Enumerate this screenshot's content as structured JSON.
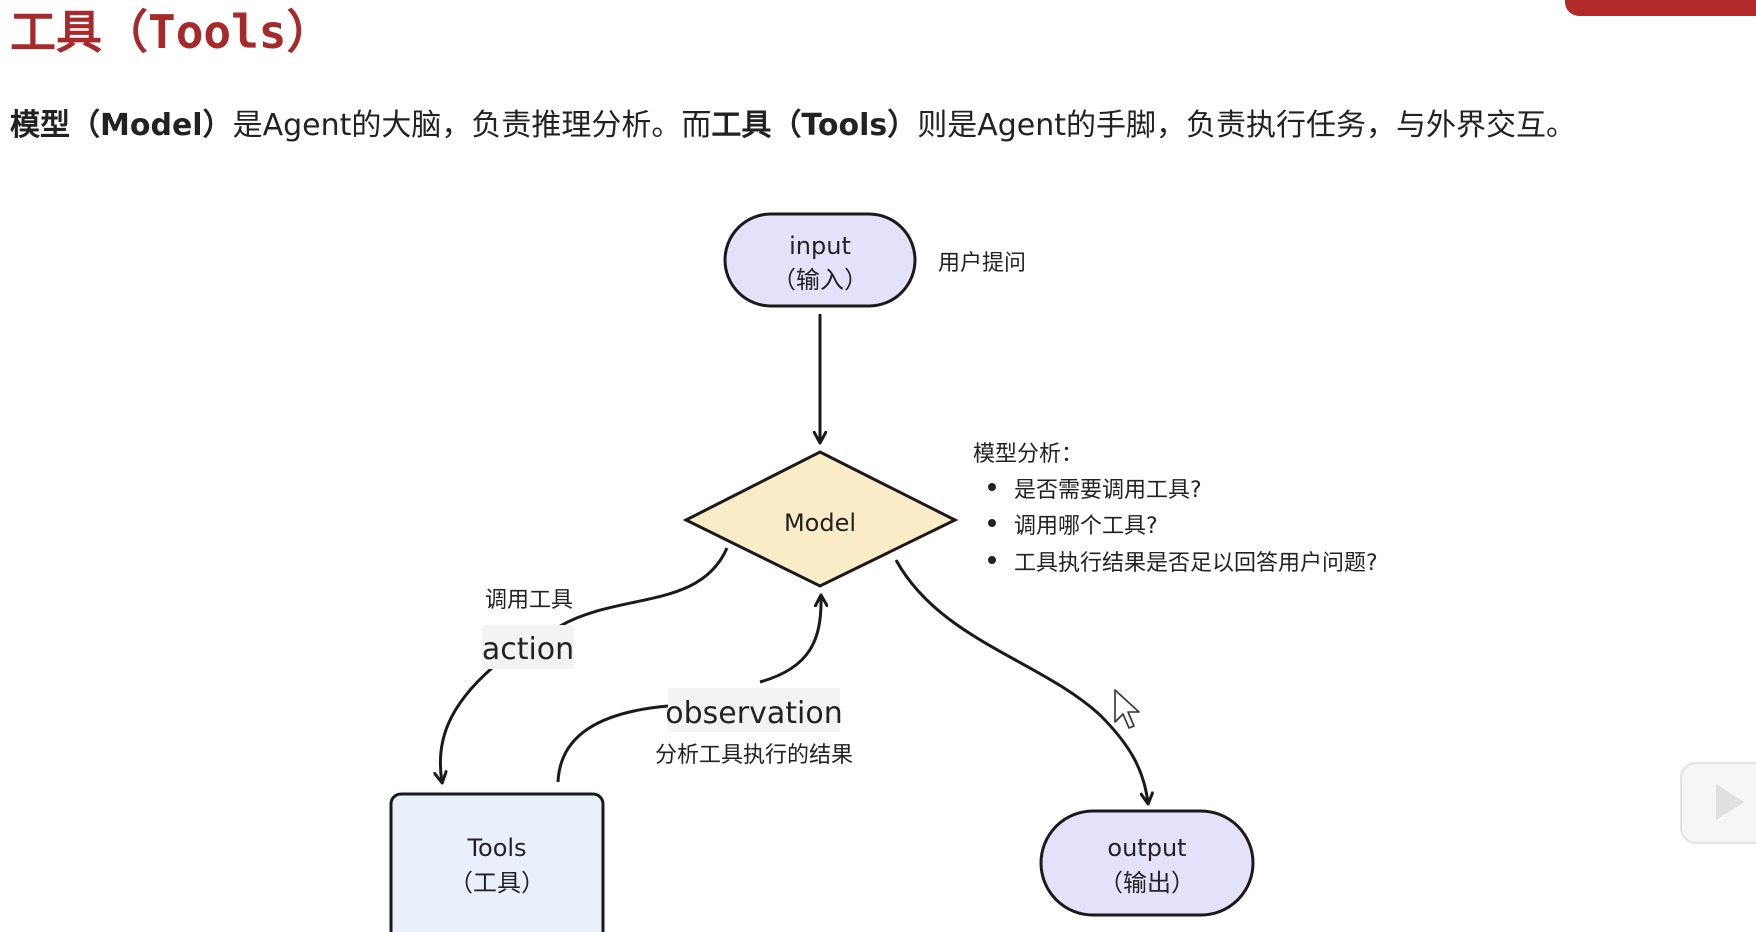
{
  "title": "工具（Tools）",
  "intro": {
    "model_term": "模型（Model）",
    "part1": "是Agent的大脑，负责推理分析。而",
    "tools_term": "工具（Tools）",
    "part2": "则是Agent的手脚，负责执行任务，与外界交互。"
  },
  "diagram": {
    "input_node": {
      "line1": "input",
      "line2": "（输入）"
    },
    "input_note": "用户提问",
    "model_node": {
      "label": "Model"
    },
    "model_note": {
      "heading": "模型分析：",
      "bullets": [
        "是否需要调用工具?",
        "调用哪个工具?",
        "工具执行结果是否足以回答用户问题?"
      ]
    },
    "action_edge": {
      "caption": "调用工具",
      "label": "action"
    },
    "observation_edge": {
      "label": "observation",
      "caption": "分析工具执行的结果"
    },
    "tools_node": {
      "line1": "Tools",
      "line2": "（工具）"
    },
    "output_node": {
      "line1": "output",
      "line2": "（输出）"
    }
  },
  "colors": {
    "title": "#a52a2a",
    "input_fill": "#e4e1fa",
    "model_fill": "#fbecc8",
    "tools_fill": "#e9effb",
    "output_fill": "#e4e1fa",
    "stroke": "#1a1a1a",
    "label_bg": "#f3f3f3"
  },
  "icons": [
    "cursor-icon",
    "play-icon"
  ]
}
